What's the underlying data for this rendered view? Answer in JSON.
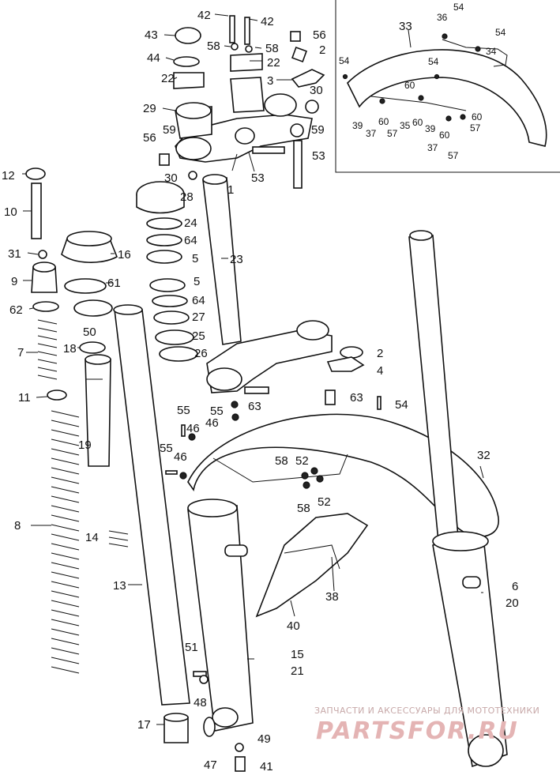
{
  "callouts": [
    "42",
    "42",
    "43",
    "58",
    "58",
    "56",
    "44",
    "2",
    "22",
    "22",
    "3",
    "30",
    "29",
    "59",
    "59",
    "56",
    "53",
    "53",
    "30",
    "1",
    "28",
    "12",
    "10",
    "24",
    "64",
    "16",
    "31",
    "5",
    "23",
    "9",
    "61",
    "5",
    "62",
    "64",
    "50",
    "27",
    "25",
    "7",
    "18",
    "26",
    "2",
    "4",
    "11",
    "63",
    "54",
    "55",
    "55",
    "46",
    "63",
    "46",
    "19",
    "55",
    "46",
    "32",
    "58",
    "52",
    "58",
    "52",
    "8",
    "14",
    "38",
    "6",
    "20",
    "13",
    "40",
    "51",
    "15",
    "21",
    "48",
    "17",
    "47",
    "49",
    "41",
    "33",
    "36",
    "54",
    "54",
    "54",
    "54",
    "60",
    "60",
    "39",
    "37",
    "60",
    "57",
    "35",
    "39",
    "37",
    "60",
    "57",
    "60",
    "57",
    "34"
  ],
  "watermark": {
    "caption": "ЗАПЧАСТИ И АКСЕССУАРЫ ДЛЯ МОТОТЕХНИКИ",
    "logo": "PARTSFOR.RU"
  }
}
